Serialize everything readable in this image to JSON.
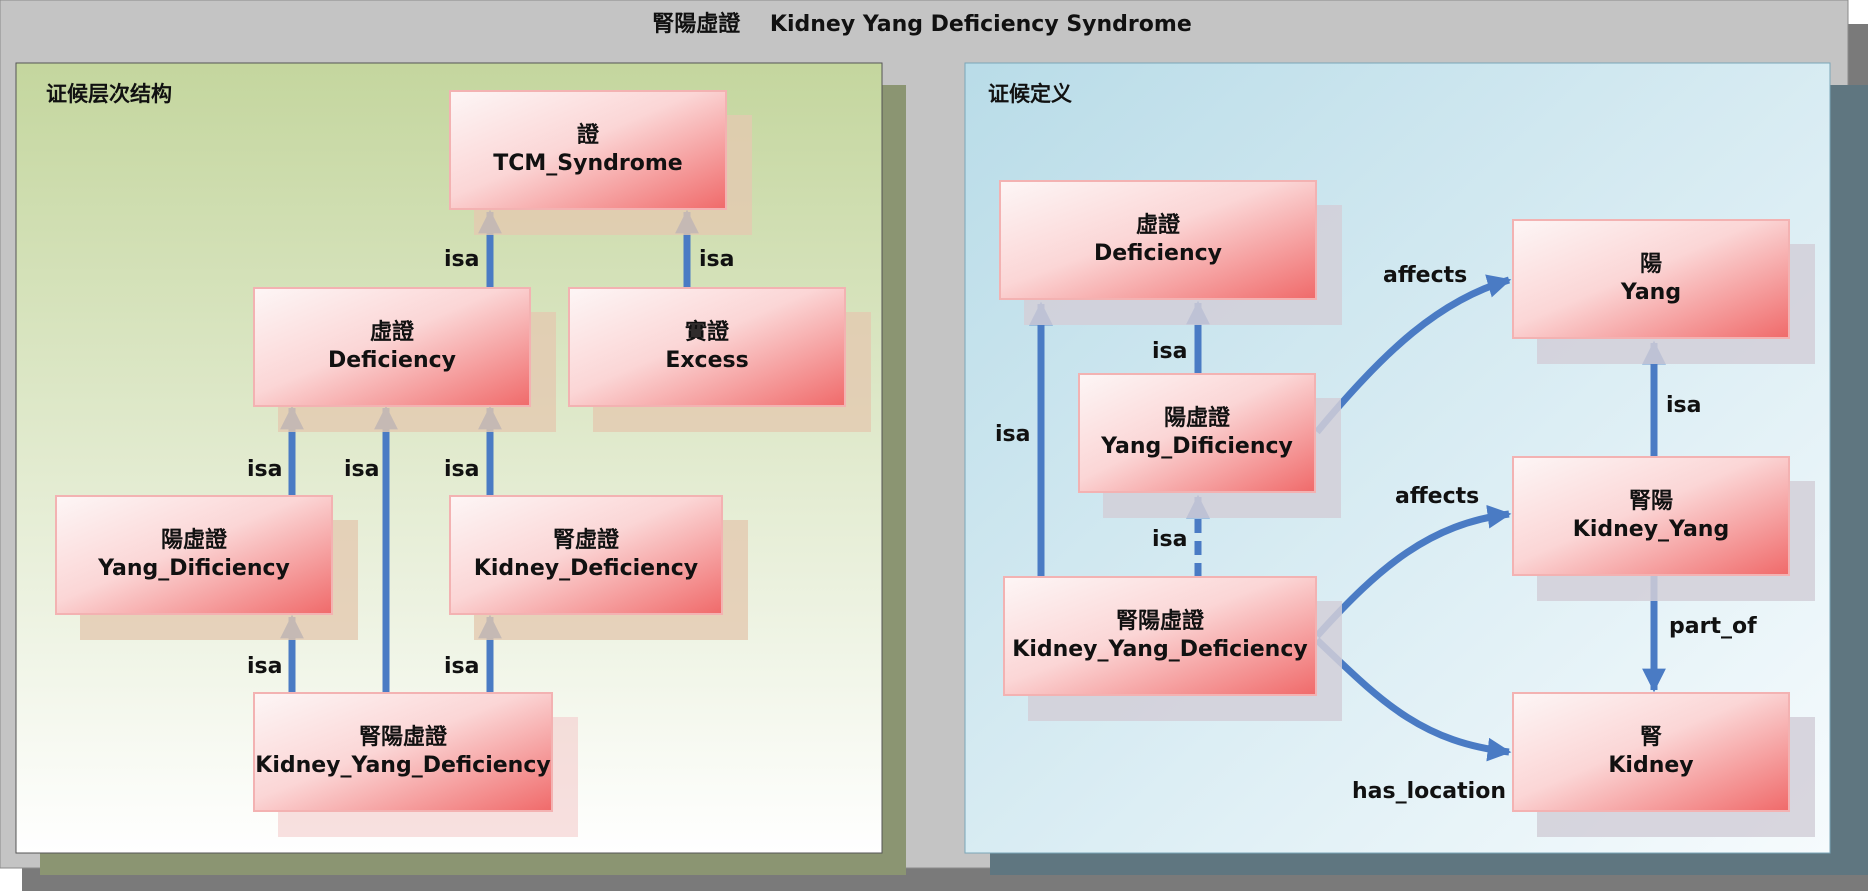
{
  "title": "腎陽虛證　 Kidney Yang Deficiency Syndrome",
  "panels": {
    "left": {
      "title": "证候层次结构",
      "nodes": {
        "tcm": {
          "zh": "證",
          "en": "TCM_Syndrome"
        },
        "deficiency": {
          "zh": "虛證",
          "en": "Deficiency"
        },
        "excess": {
          "zh": "實證",
          "en": "Excess"
        },
        "yang_def": {
          "zh": "陽虛證",
          "en": "Yang_Dificiency"
        },
        "kidney_def": {
          "zh": "腎虛證",
          "en": "Kidney_Deficiency"
        },
        "kyd": {
          "zh": "腎陽虛證",
          "en": "Kidney_Yang_Deficiency"
        }
      },
      "edges": {
        "def_tcm": "isa",
        "exc_tcm": "isa",
        "yang_def": "isa",
        "kyd_def": "isa",
        "kid_def": "isa",
        "kyd_yang": "isa",
        "kyd_kid": "isa"
      }
    },
    "right": {
      "title": "证候定义",
      "nodes": {
        "deficiency": {
          "zh": "虛證",
          "en": "Deficiency"
        },
        "yang_def": {
          "zh": "陽虛證",
          "en": "Yang_Dificiency"
        },
        "kyd": {
          "zh": "腎陽虛證",
          "en": "Kidney_Yang_Deficiency"
        },
        "yang": {
          "zh": "陽",
          "en": "Yang"
        },
        "kidney_yang": {
          "zh": "腎陽",
          "en": "Kidney_Yang"
        },
        "kidney": {
          "zh": "腎",
          "en": "Kidney"
        }
      },
      "edges": {
        "kyd_def": "isa",
        "yang_def": "isa",
        "kyd_yang_def": "isa",
        "affects_yang": "affects",
        "affects_ky": "affects",
        "ky_yang": "isa",
        "part_of": "part_of",
        "has_location": "has_location"
      }
    }
  },
  "colors": {
    "arrow": "#4a7bc4",
    "node_border": "#f3b2b2",
    "node_fill_light": "#fbf0f0",
    "node_fill_dark": "#f07070",
    "left_panel_top": "#c4d69e",
    "right_panel": "#bedfea",
    "frame": "#c2c2c2"
  }
}
